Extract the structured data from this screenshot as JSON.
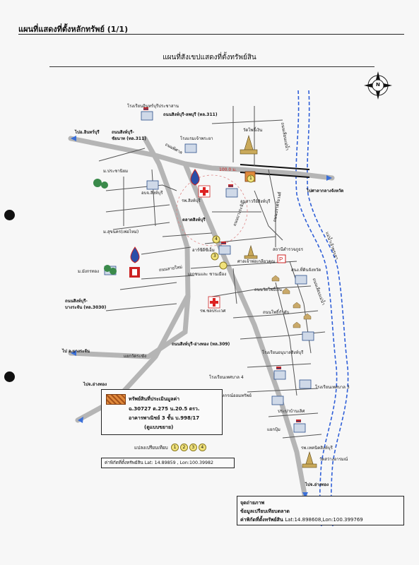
{
  "header": {
    "title": "แผนที่แสดงที่ตั้งหลักทรัพย์ (1/1)",
    "subtitle": "แผนที่สังเขปแสดงที่ตั้งทรัพย์สิน"
  },
  "compass": {
    "letter": "N"
  },
  "scale_note": "100.0 ม.",
  "labels": {
    "school_inburi": "โรงเรียนอินทร์บุรีประชาสาน",
    "road_311_lopburi": "ถนนสิงห์บุรี-ลพบุรี (ทล.311)",
    "wat_phosiewan": "วัดโพธิ์เงิน",
    "to_inburi": "ไปอ.อินทร์บุรี",
    "road_chainat_1": "ถนนสิงห์บุรี-",
    "road_chainat_2": "ชัยนาท (ทล.311)",
    "school_saeng": "โรงแรมเจ้าพระยา",
    "road_bypass": "ถนนพิศาล",
    "prachaniyom": "ม.ประชานิยม",
    "tessaban": "อบจ.สิงห์บุรี",
    "hospital_singburi": "รพ.สิงห์บุรี",
    "market_singburi": "ตลาดสิงห์บุรี",
    "monument": "อนุสาวรีย์สิงห์บุรี",
    "road_muang": "ถนนบางระจัน",
    "road_prasatwong": "ถนนปราศรัยวงศ์",
    "to_court": "ไปศาลากลางจังหวัด",
    "mueang_nakhon": "ม.สุขนคร(เพ่อไหม่)",
    "arcade": "อาร์ซีดีซีเอ็ม",
    "station_1": "สถานีตำรวจภูธร",
    "city_hall": "สนง.ที่ดินจังหวัด",
    "mongkol": "ม.มังกรทอง",
    "road_new": "ถนนสายใหม่",
    "office_mid": "เอกชนและ\nชานเมือง",
    "market_rim": "ศาลเจ้าพ่อเกลียวคุณ",
    "road_wat": "ถนนวัดโพธิ์เงิน",
    "road_shop": "ถนนโพธิ์กำดับ",
    "road_river": "ถนนเลียบแม่น้ำ",
    "road_bangrachan_1": "ถนนสิงห์บุรี-",
    "road_bangrachan_2": "บางระจัน (ทล.3030)",
    "hospital_2": "รพ.ชลประเวศ",
    "road_angthong": "ถนนสิงห์บุรี-อ่างทอง (ทล.309)",
    "school_anuban": "โรงเรียนอนุบาลสิงห์บุรี",
    "to_bangrachan": "ไป อ.บางระจัน",
    "intersect": "แยกวัดระฆัง",
    "to_angthong_left": "ไปจ.อ่างทอง",
    "school_tessaban4": "โรงเรียนเทศบาล 4",
    "school_tessaban3": "โรงเรียนเทศบาล 3",
    "chaloem": "สหกรณ์ออมทรัพย์",
    "pracha": "ประปาบ้านเลิศ",
    "junction": "แยกปุ้ม",
    "hospital_3": "รพ.เทคนิคสิงห์บุรี",
    "wat_bottom": "วัดสว่างอารมณ์",
    "to_angthong_right": "ไปจ.อ่างทอง",
    "chao_phraya": "แม่น้ำเจ้าพระยา",
    "road_riverside": "ถนนเลียบแม่น้ำ"
  },
  "legend": {
    "title": "ทรัพย์สินที่ประเมินมูลค่า",
    "line1": "ฉ.30727 ต.275 น.20.5 ตรว.",
    "line2": "อาคารพาณิชย์ 3 ชั้น บ.998/17",
    "line3": "(ดูแบบขยาย)",
    "compare_label": "แปลงเปรียบเทียบ",
    "compare_numbers": [
      "1",
      "2",
      "3",
      "4"
    ],
    "coord": "ค่าพิกัดที่ตั้งทรัพย์สิน Lat: 14.89859 , Lon:100.39982"
  },
  "bottom_legend": {
    "photo": "จุดถ่ายภาพ",
    "market": "ข้อมูลเปรียบเทียบตลาด",
    "coord_label": "ค่าพิกัดที่ตั้งทรัพย์สิน",
    "coord_value": "Lat:14.898608,Lon:100.399769"
  },
  "marker_numbers": [
    "1",
    "3",
    "4"
  ],
  "colors": {
    "road": "#b5b5b5",
    "minor_road": "#555555",
    "river": "#2f5fd8",
    "compare_marker": "#f1e27a",
    "subject": "#e08a3c"
  }
}
